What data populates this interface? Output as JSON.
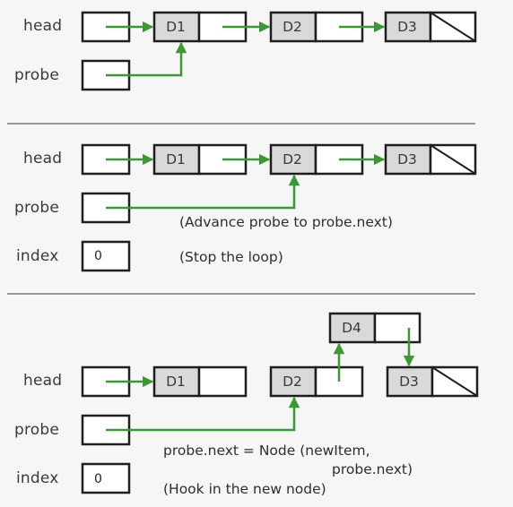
{
  "colors": {
    "arrow": "#3a9a32",
    "data_cell": "#d9d9d9",
    "outline": "#1e1e1e",
    "divider": "#7a7a7a",
    "background": "#f6f6f6"
  },
  "panel1": {
    "head_label": "head",
    "probe_label": "probe",
    "nodes": [
      "D1",
      "D2",
      "D3"
    ]
  },
  "panel2": {
    "head_label": "head",
    "probe_label": "probe",
    "index_label": "index",
    "index_value": "0",
    "nodes": [
      "D1",
      "D2",
      "D3"
    ],
    "note_advance": "(Advance probe to probe.next)",
    "note_stop": "(Stop the loop)"
  },
  "panel3": {
    "head_label": "head",
    "probe_label": "probe",
    "index_label": "index",
    "index_value": "0",
    "nodes": [
      "D1",
      "D2",
      "D3",
      "D4"
    ],
    "code_line1": "probe.next = Node (newItem,",
    "code_line2": "probe.next)",
    "note_hook": "(Hook in the new node)"
  }
}
